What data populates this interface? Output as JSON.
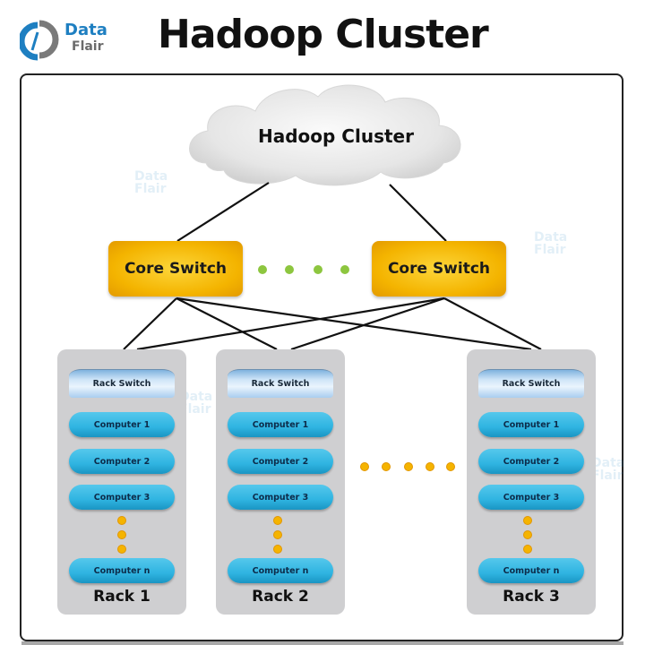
{
  "header": {
    "logo": {
      "line1": "Data",
      "line2": "Flair",
      "icon": "dataflair-logo-icon"
    },
    "title": "Hadoop Cluster"
  },
  "diagram": {
    "cloud": {
      "label": "Hadoop Cluster",
      "icon": "cloud-icon"
    },
    "core_switches": [
      {
        "label": "Core Switch"
      },
      {
        "label": "Core Switch"
      }
    ],
    "core_ellipsis_dots": 4,
    "racks": [
      {
        "label": "Rack 1",
        "switch": "Rack Switch",
        "computers": [
          "Computer 1",
          "Computer 2",
          "Computer 3",
          "Computer n"
        ],
        "ellipsis_dots": 3
      },
      {
        "label": "Rack 2",
        "switch": "Rack Switch",
        "computers": [
          "Computer 1",
          "Computer 2",
          "Computer 3",
          "Computer n"
        ],
        "ellipsis_dots": 3
      },
      {
        "label": "Rack 3",
        "switch": "Rack Switch",
        "computers": [
          "Computer 1",
          "Computer 2",
          "Computer 3",
          "Computer n"
        ],
        "ellipsis_dots": 3
      }
    ],
    "rack_ellipsis_dots": 5,
    "connections": [
      {
        "from": "cloud",
        "to": "core-switch-1"
      },
      {
        "from": "cloud",
        "to": "core-switch-2"
      },
      {
        "from": "core-switch-1",
        "to": "rack-1"
      },
      {
        "from": "core-switch-1",
        "to": "rack-2"
      },
      {
        "from": "core-switch-1",
        "to": "rack-3"
      },
      {
        "from": "core-switch-2",
        "to": "rack-1"
      },
      {
        "from": "core-switch-2",
        "to": "rack-2"
      },
      {
        "from": "core-switch-2",
        "to": "rack-3"
      }
    ],
    "watermark": {
      "line1": "Data",
      "line2": "Flair"
    }
  },
  "colors": {
    "core_switch": "#f4b400",
    "computer": "#2fb4e1",
    "rack": "#cfcfd1",
    "green_dot": "#8dc63f",
    "orange_dot": "#f5b400",
    "logo_blue": "#1e7fc1"
  }
}
